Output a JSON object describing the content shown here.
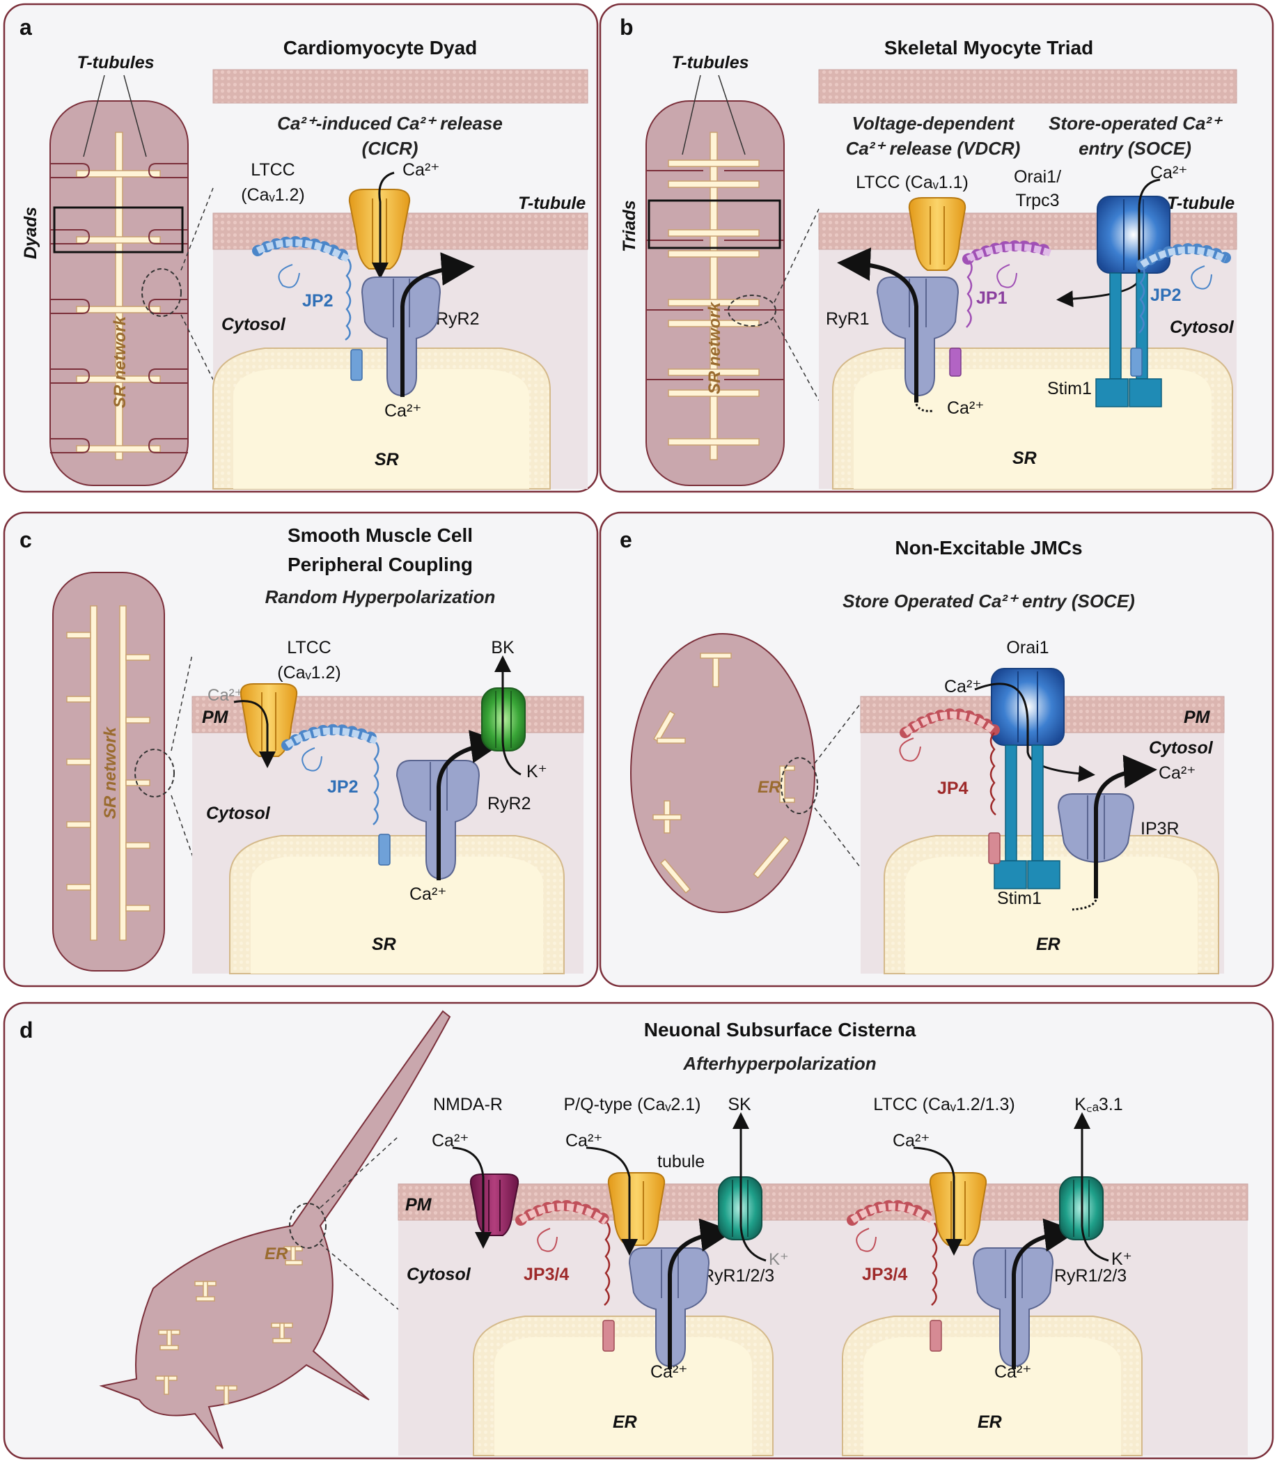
{
  "panel_a": {
    "letter": "a",
    "title": "Cardiomyocyte Dyad",
    "t_tubules": "T-tubules",
    "dyads": "Dyads",
    "sr_network": "SR network",
    "mechanism_line1": "Ca²⁺-induced Ca²⁺ release",
    "mechanism_line2": "(CICR)",
    "ltcc_line1": "LTCC",
    "ltcc_line2": "(Caᵥ1.2)",
    "ca_top": "Ca²⁺",
    "t_tubule": "T-tubule",
    "jp": "JP2",
    "cytosol": "Cytosol",
    "ryr": "RyR2",
    "ca_bottom": "Ca²⁺",
    "sr": "SR"
  },
  "panel_b": {
    "letter": "b",
    "title": "Skeletal Myocyte Triad",
    "t_tubules": "T-tubules",
    "triads": "Triads",
    "sr_network": "SR network",
    "vdcr_line1": "Voltage-dependent",
    "vdcr_line2": "Ca²⁺ release (VDCR)",
    "soce_line1": "Store-operated Ca²⁺",
    "soce_line2": "entry (SOCE)",
    "ltcc": "LTCC (Caᵥ1.1)",
    "orai_line1": "Orai1/",
    "orai_line2": "Trpc3",
    "ca_top": "Ca²⁺",
    "t_tubule": "T-tubule",
    "jp1": "JP1",
    "jp2": "JP2",
    "ryr": "RyR1",
    "cytosol": "Cytosol",
    "stim": "Stim1",
    "ca_bottom": "Ca²⁺",
    "sr": "SR"
  },
  "panel_c": {
    "letter": "c",
    "title_line1": "Smooth Muscle Cell",
    "title_line2": "Peripheral Coupling",
    "subtitle": "Random Hyperpolarization",
    "sr_network": "SR network",
    "ltcc_line1": "LTCC",
    "ltcc_line2": "(Caᵥ1.2)",
    "bk": "BK",
    "ca_top": "Ca²⁺",
    "pm": "PM",
    "k": "K⁺",
    "jp": "JP2",
    "cytosol": "Cytosol",
    "ryr": "RyR2",
    "ca_bottom": "Ca²⁺",
    "sr": "SR"
  },
  "panel_e": {
    "letter": "e",
    "title": "Non-Excitable JMCs",
    "subtitle": "Store Operated Ca²⁺ entry (SOCE)",
    "er_cell": "ER",
    "orai": "Orai1",
    "ca_top": "Ca²⁺",
    "pm": "PM",
    "cytosol": "Cytosol",
    "ca_right": "Ca²⁺",
    "jp": "JP4",
    "ip3r": "IP3R",
    "stim": "Stim1",
    "er": "ER"
  },
  "panel_d": {
    "letter": "d",
    "title": "Neuonal Subsurface Cisterna",
    "subtitle": "Afterhyperpolarization",
    "er_cell": "ER",
    "nmda": "NMDA-R",
    "pq": "P/Q-type (Caᵥ2.1)",
    "sk": "SK",
    "ltcc": "LTCC (Caᵥ1.2/1.3)",
    "kca": "K꜀ₐ3.1",
    "ca1": "Ca²⁺",
    "ca2": "Ca²⁺",
    "ca3": "Ca²⁺",
    "tubule": "tubule",
    "pm": "PM",
    "k1": "K⁺",
    "k2": "K⁺",
    "cytosol": "Cytosol",
    "jp_left": "JP3/4",
    "jp_right": "JP3/4",
    "ryr_left": "RyR1/2/3",
    "ryr_right": "RyR1/2/3",
    "ca_bottom_left": "Ca²⁺",
    "ca_bottom_right": "Ca²⁺",
    "er_left": "ER",
    "er_right": "ER"
  },
  "colors": {
    "panel_border": "#7b2f3a",
    "panel_bg": "#f5f5f7",
    "cell_fill": "#c9a7ad",
    "sr_fill": "#fdf6dc",
    "membrane": "#d9b6b1",
    "ltcc": "#f3b330",
    "ryr": "#9aa4cc",
    "jp2": "#4b86c9",
    "jp1": "#a050b5",
    "jp34": "#c0505a",
    "orai": "#2c6fc2",
    "stim": "#1f8bb5",
    "bk": "#3caa3c",
    "sk": "#1fa08a",
    "nmda": "#8e1f5e"
  }
}
